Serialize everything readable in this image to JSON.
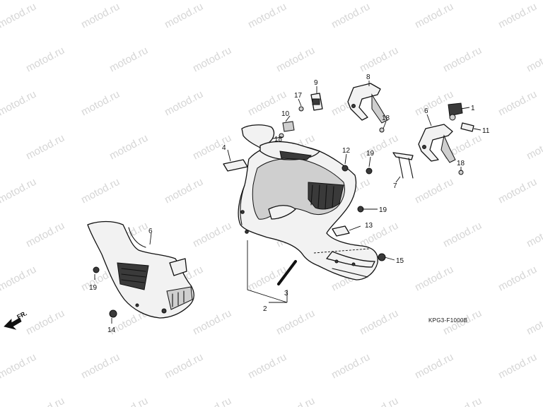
{
  "watermark": {
    "text": "motod.ru",
    "color": "#c8c8c8"
  },
  "diagram_code": "KPG3-F1000B",
  "direction_label": "FR.",
  "callouts": [
    {
      "id": "c1",
      "text": "1"
    },
    {
      "id": "c11",
      "text": "11"
    },
    {
      "id": "c6a",
      "text": "6"
    },
    {
      "id": "c18a",
      "text": "18"
    },
    {
      "id": "c8",
      "text": "8"
    },
    {
      "id": "c9",
      "text": "9"
    },
    {
      "id": "c17",
      "text": "17"
    },
    {
      "id": "c10",
      "text": "10"
    },
    {
      "id": "c18b",
      "text": "18"
    },
    {
      "id": "c4",
      "text": "4"
    },
    {
      "id": "c12",
      "text": "12"
    },
    {
      "id": "c19a",
      "text": "19"
    },
    {
      "id": "c7",
      "text": "7"
    },
    {
      "id": "c18c",
      "text": "18"
    },
    {
      "id": "c19b",
      "text": "19"
    },
    {
      "id": "c13",
      "text": "13"
    },
    {
      "id": "c15",
      "text": "15"
    },
    {
      "id": "c3",
      "text": "3"
    },
    {
      "id": "c2",
      "text": "2"
    },
    {
      "id": "c6b",
      "text": "6"
    },
    {
      "id": "c19c",
      "text": "19"
    },
    {
      "id": "c14",
      "text": "14"
    }
  ]
}
